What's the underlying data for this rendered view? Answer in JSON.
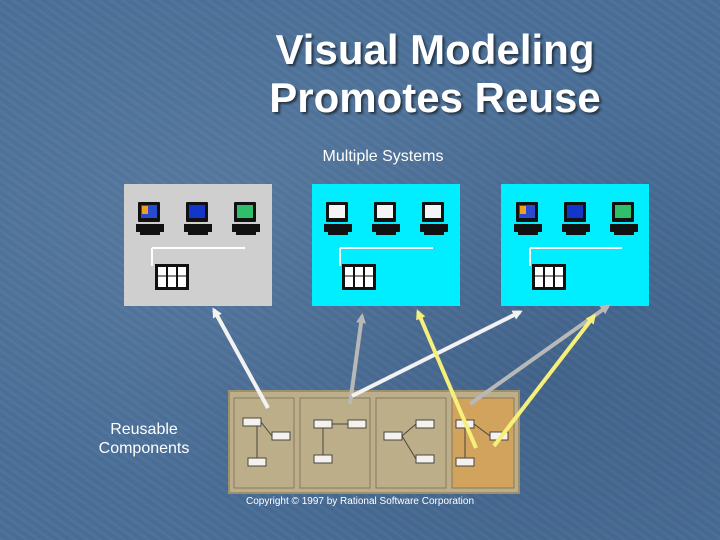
{
  "slide": {
    "title_line1": "Visual Modeling",
    "title_line2": "Promotes Reuse",
    "subtitle": "Multiple Systems",
    "reusable_label": "Reusable Components",
    "copyright": "Copyright © 1997 by Rational Software Corporation"
  },
  "colors": {
    "background": "#4a6f98",
    "panel_gray": "#cfcfcf",
    "panel_cyan": "#00eeff",
    "arrow_white": "#f2f2f2",
    "arrow_gray": "#b8b8b8",
    "arrow_yellow": "#f6f07a",
    "components_box": "#bcae88"
  },
  "systems": [
    {
      "name": "system-1",
      "style": "gray",
      "monitors": [
        "orange-blue",
        "blue",
        "green"
      ]
    },
    {
      "name": "system-2",
      "style": "cyan",
      "monitors": [
        "white",
        "white",
        "white"
      ]
    },
    {
      "name": "system-3",
      "style": "cyan",
      "monitors": [
        "orange-blue",
        "blue",
        "green"
      ]
    }
  ],
  "icons": [
    "computer-icon",
    "server-icon"
  ]
}
